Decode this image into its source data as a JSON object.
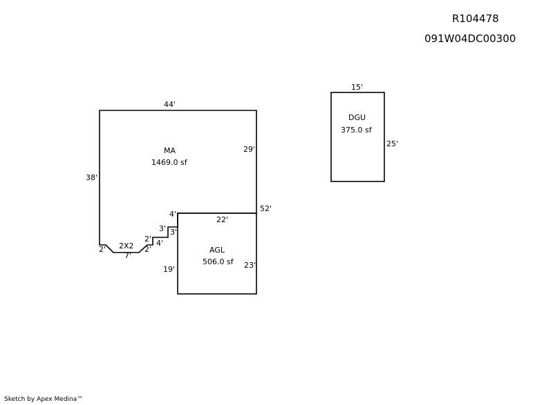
{
  "header": {
    "record_id": "R104478",
    "parcel_number": "091W04DC00300"
  },
  "footer": {
    "credit": "Sketch by Apex Medina™"
  },
  "areas": {
    "ma": {
      "code": "MA",
      "area": "1469.0 sf"
    },
    "agl": {
      "code": "AGL",
      "area": "506.0 sf"
    },
    "dgu": {
      "code": "DGU",
      "area": "375.0 sf"
    }
  },
  "dimensions": {
    "ma_top": "44'",
    "ma_right": "29'",
    "ma_left": "38'",
    "main_right": "52'",
    "ma_bottom_left": "2'",
    "bump_label": "2X2",
    "bump_bottom": "7'",
    "step_2a": "2'",
    "step_2b": "2'",
    "step_4": "4'",
    "step_3a": "3'",
    "step_3b": "3'",
    "agl_top_left": "4'",
    "agl_top": "22'",
    "agl_right": "23'",
    "agl_left": "19'",
    "dgu_top": "15'",
    "dgu_right": "25'"
  }
}
